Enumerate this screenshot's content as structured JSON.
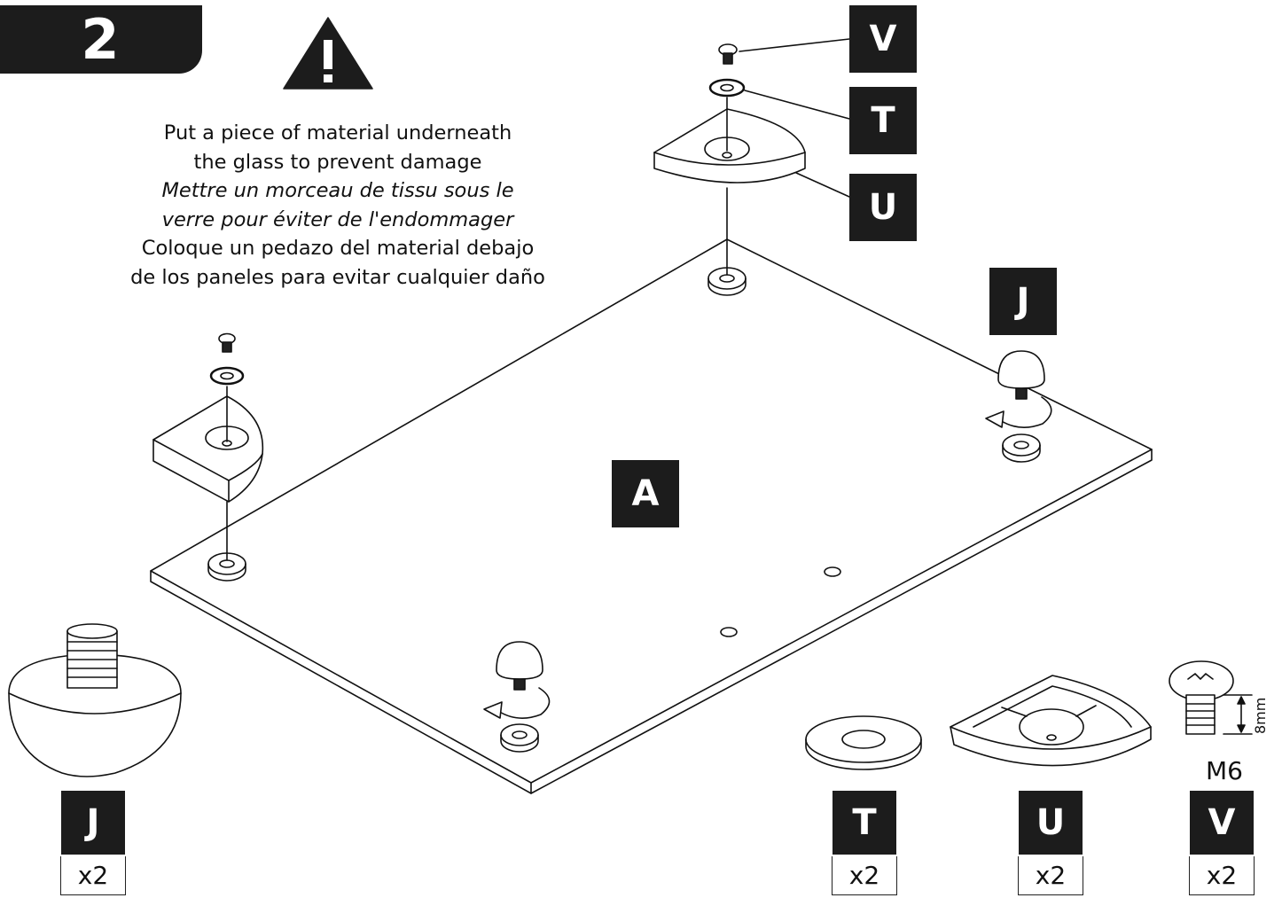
{
  "step": {
    "number": "2"
  },
  "warning": {
    "icon": "warning-triangle-icon",
    "lines": [
      "Put a piece of material underneath",
      "the glass to prevent damage",
      "Mettre un morceau de tissu sous le",
      "verre pour éviter de l'endommager",
      "Coloque un pedazo del material debajo",
      "de los paneles para evitar cualquier daño"
    ]
  },
  "callouts": {
    "top_screw": "V",
    "top_washer": "T",
    "top_bracket": "U",
    "foot_right": "J",
    "panel": "A"
  },
  "parts": [
    {
      "label": "J",
      "qty": "x2"
    },
    {
      "label": "T",
      "qty": "x2"
    },
    {
      "label": "U",
      "qty": "x2"
    },
    {
      "label": "V",
      "qty": "x2",
      "size": "M6",
      "length": "8mm"
    }
  ],
  "colors": {
    "label_bg": "#1c1c1c",
    "label_text": "#ffffff",
    "line": "#111111"
  }
}
